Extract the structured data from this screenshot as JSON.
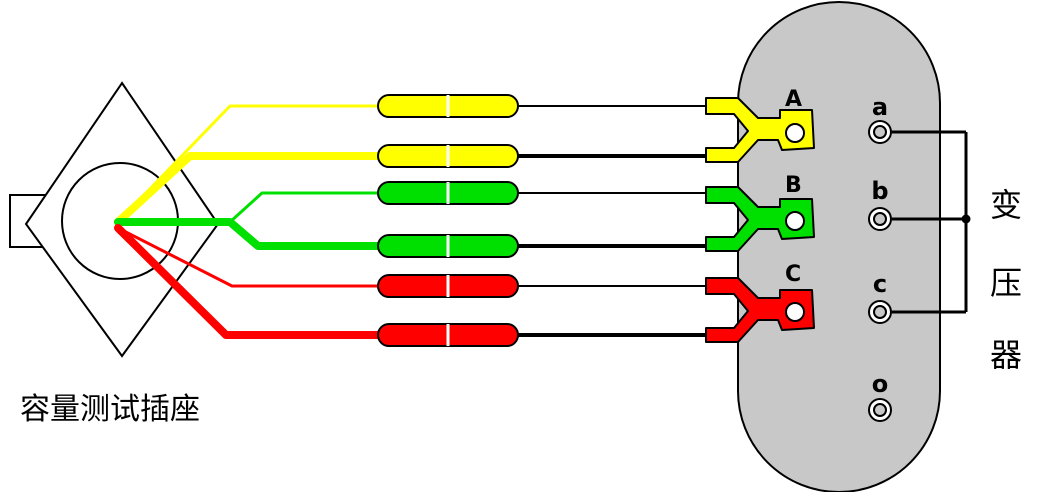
{
  "socket": {
    "label": "容量测试插座"
  },
  "transformer": {
    "title_chars": [
      "变",
      "压",
      "器"
    ],
    "hv_terminals": [
      {
        "label": "A",
        "color": "#ffff00"
      },
      {
        "label": "B",
        "color": "#00e000"
      },
      {
        "label": "C",
        "color": "#ff0000"
      }
    ],
    "lv_terminals": [
      {
        "label": "a"
      },
      {
        "label": "b"
      },
      {
        "label": "c"
      },
      {
        "label": "o"
      }
    ]
  },
  "leads": [
    {
      "color": "#ffff00"
    },
    {
      "color": "#ffff00"
    },
    {
      "color": "#00e000"
    },
    {
      "color": "#00e000"
    },
    {
      "color": "#ff0000"
    },
    {
      "color": "#ff0000"
    }
  ],
  "colors": {
    "body": "#c8c8c8",
    "outline": "#000000",
    "background": "#ffffff"
  }
}
